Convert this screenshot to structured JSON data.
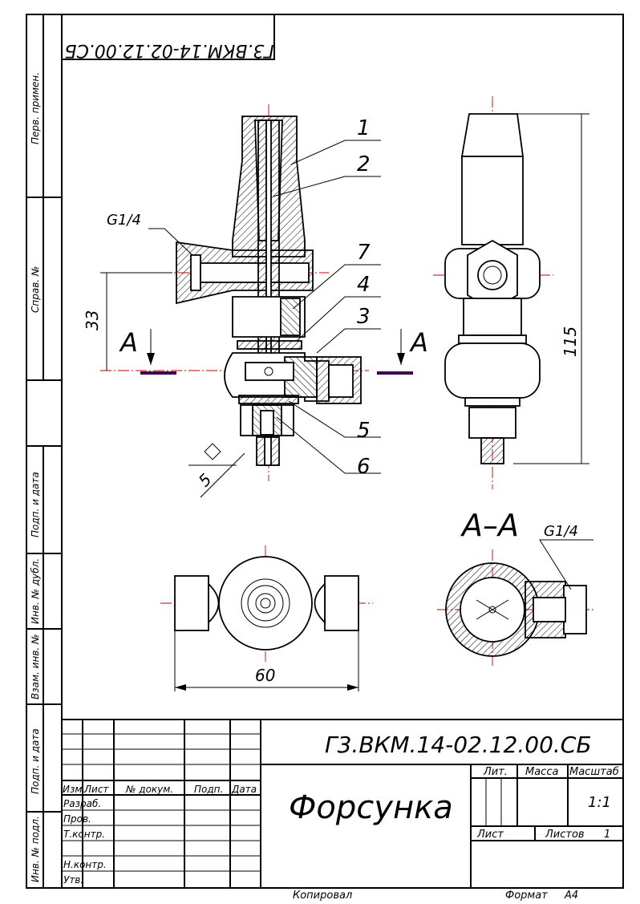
{
  "stamp": {
    "drawing_code": "Г3.ВКМ.14-02.12.00.СБ",
    "title": "Форсунка",
    "col_headers": {
      "izm": "Изм.",
      "list": "Лист",
      "doc": "№ докум.",
      "sign": "Подп.",
      "date": "Дата"
    },
    "roles": {
      "developed": "Разраб.",
      "checked": "Пров.",
      "tech_control": "Т.контр.",
      "norm_control": "Н.контр.",
      "approved": "Утв."
    },
    "lit_label": "Лит.",
    "mass_label": "Масса",
    "scale_label": "Масштаб",
    "scale_value": "1:1",
    "sheet_label": "Лист",
    "sheets_label": "Листов",
    "sheets_value": "1",
    "copied_label": "Копировал",
    "format_label": "Формат",
    "format_value": "A4"
  },
  "side_strip": {
    "perv_primen": "Перв. примен.",
    "sprav_no": "Справ. №",
    "podp_data_top": "Подп. и дата",
    "inv_dubl": "Инв. № дубл.",
    "vzam_inv": "Взам. инв. №",
    "podp_data_bottom": "Подп. и дата",
    "inv_podl": "Инв. № подл."
  },
  "top_code_mirrored": "Г3.ВКМ.14-02.12.00.СБ",
  "callouts": [
    "1",
    "2",
    "7",
    "4",
    "3",
    "5",
    "6"
  ],
  "dimensions": {
    "height_33": "33",
    "length_115": "115",
    "width_60": "60",
    "hex_5": "5"
  },
  "thread_labels": {
    "front": "G1/4",
    "section": "G1/4"
  },
  "section": {
    "mark_left": "А",
    "mark_right": "А",
    "title": "А–А"
  }
}
